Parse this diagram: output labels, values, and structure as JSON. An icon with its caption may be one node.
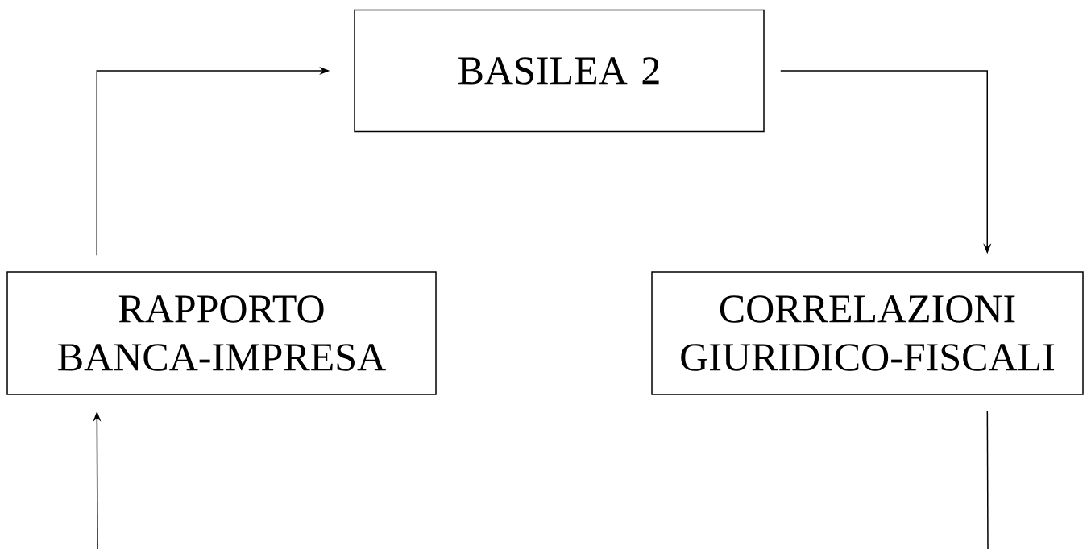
{
  "diagram": {
    "nodes": [
      {
        "text": [
          "BASILEA 2"
        ]
      },
      {
        "text": [
          "RAPPORTO BANCA-IMPRESA"
        ]
      },
      {
        "text": [
          "CORRELAZIONI GIURIDICO-FISCALI"
        ]
      }
    ],
    "edges": [
      {
        "from": 1,
        "to": 0,
        "arrow": "to"
      },
      {
        "from": 0,
        "to": 2,
        "arrow": "to"
      },
      {
        "from": null,
        "to": 1,
        "arrow": "to"
      },
      {
        "from": 2,
        "to": null,
        "arrow": "none"
      }
    ]
  }
}
